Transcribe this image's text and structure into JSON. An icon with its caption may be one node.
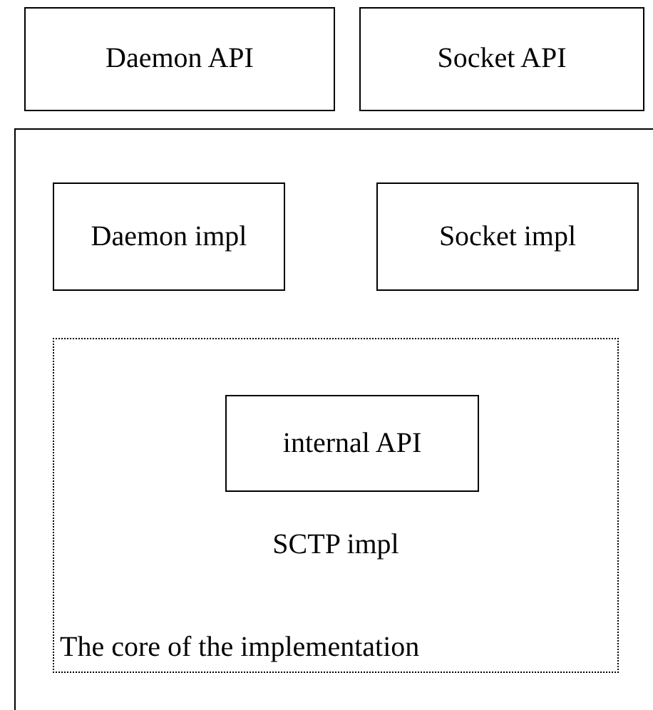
{
  "diagram": {
    "nodes": [
      {
        "text": [
          "Daemon API"
        ]
      },
      {
        "text": [
          "Socket API"
        ]
      },
      {
        "text": [],
        "shape": "box"
      },
      {
        "text": [
          "Daemon impl"
        ],
        "in": 2
      },
      {
        "text": [
          "Socket impl"
        ],
        "in": 2
      },
      {
        "text": [
          "SCTP impl",
          "The core of the implementation"
        ],
        "in": 2
      },
      {
        "text": [
          "internal API"
        ],
        "in": 5
      }
    ]
  }
}
